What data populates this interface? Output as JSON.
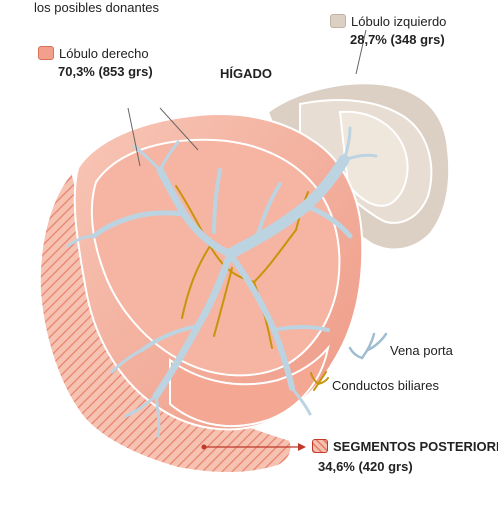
{
  "header": {
    "top_text": "los posibles donantes"
  },
  "organ": {
    "title": "HÍGADO"
  },
  "left_lobe": {
    "label": "Lóbulo izquierdo",
    "value": "28,7% (348 grs)",
    "color": "#e4d8cc"
  },
  "right_lobe": {
    "label": "Lóbulo derecho",
    "value": "70,3% (853 grs)",
    "color": "#f2a08c"
  },
  "legend": {
    "vena_porta": {
      "label": "Vena porta",
      "color": "#bcd4e2"
    },
    "conductos": {
      "label": "Conductos biliares",
      "color": "#c8940a"
    }
  },
  "posterior": {
    "label": "SEGMENTOS POSTERIORES",
    "value": "34,6% (420 grs)",
    "color": "#c0392b"
  }
}
